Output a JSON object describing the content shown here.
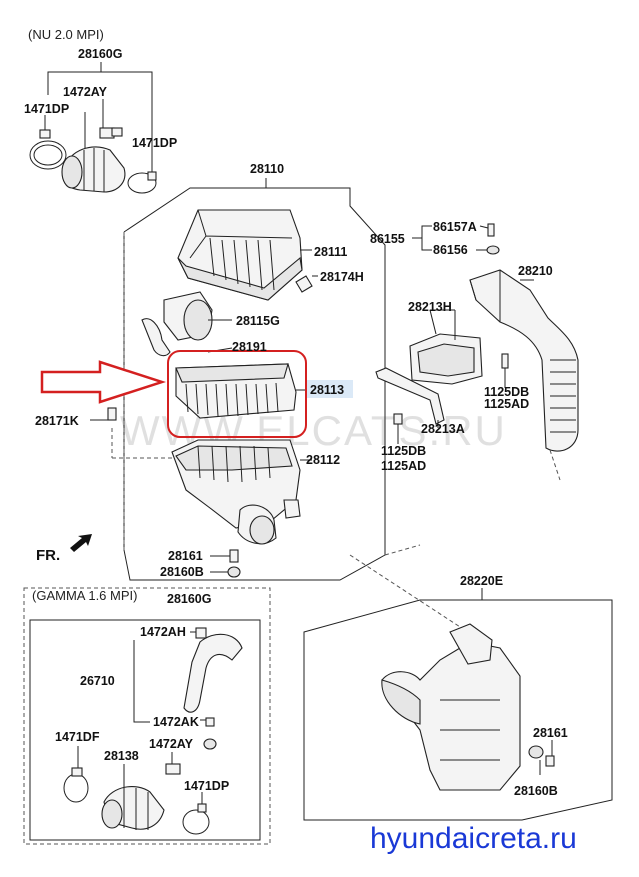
{
  "sections": {
    "nu": "(NU 2.0 MPI)",
    "gamma": "(GAMMA 1.6 MPI)"
  },
  "front_label": "FR.",
  "watermark": "WWW.ELCATS.RU",
  "site": "hyundaicreta.ru",
  "highlight_part": "28113",
  "colors": {
    "highlight_box": "#d42020",
    "arrow": "#d42020",
    "site_text": "#1a39d6",
    "highlight_fill": "#dbe9f7"
  },
  "labels": {
    "p28160G_top": "28160G",
    "p1472AY_top": "1472AY",
    "p1471DP_left": "1471DP",
    "p1471DP_right": "1471DP",
    "p28110": "28110",
    "p28111": "28111",
    "p28174H": "28174H",
    "p28115G": "28115G",
    "p28191": "28191",
    "p28113": "28113",
    "p28171K": "28171K",
    "p28112": "28112",
    "p28161_mid": "28161",
    "p28160B_mid": "28160B",
    "p86155": "86155",
    "p86157A": "86157A",
    "p86156": "86156",
    "p28210": "28210",
    "p28213H": "28213H",
    "p1125DB_a": "1125DB",
    "p1125AD_a": "1125AD",
    "p28213A": "28213A",
    "p1125DB_b": "1125DB",
    "p1125AD_b": "1125AD",
    "p28220E": "28220E",
    "p28161_right": "28161",
    "p28160B_right": "28160B",
    "p28160G_gamma": "28160G",
    "p1472AH": "1472AH",
    "p26710": "26710",
    "p1472AK": "1472AK",
    "p1471DF": "1471DF",
    "p1472AY_gamma": "1472AY",
    "p28138": "28138",
    "p1471DP_gamma": "1471DP"
  }
}
